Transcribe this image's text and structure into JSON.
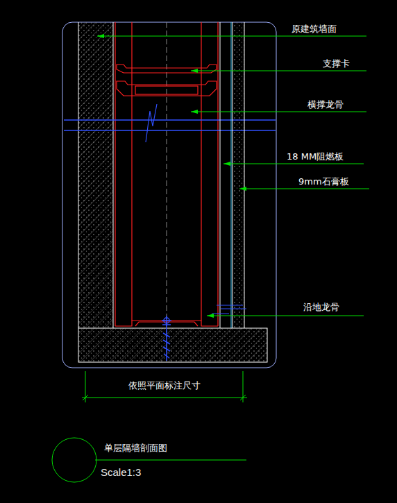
{
  "diagram": {
    "title": "单层隔墙剖面图",
    "caption": "Scale1:3",
    "labels": [
      "原建筑墙面",
      "支撑卡",
      "横撑龙骨",
      "18 MM阻燃板",
      "9mm石膏板",
      "沿地龙骨",
      "依照平面标注尺寸"
    ]
  }
}
